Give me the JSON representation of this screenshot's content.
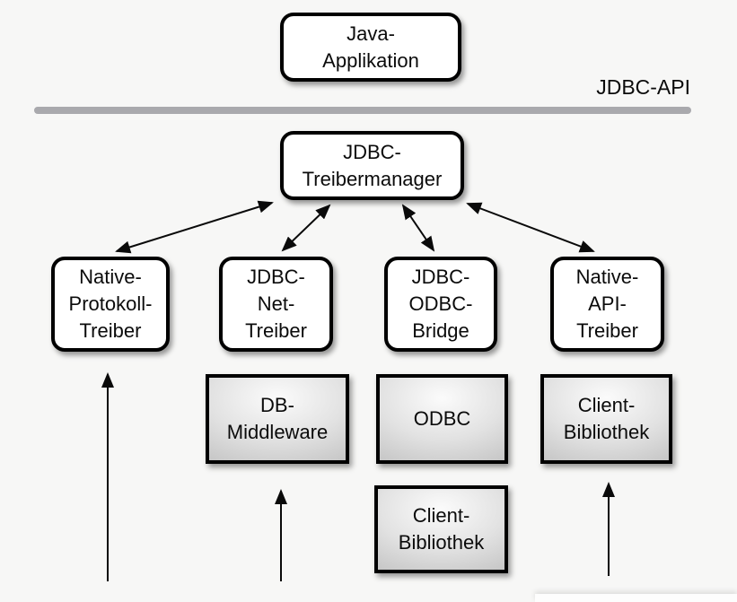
{
  "labels": {
    "jdbc_api": "JDBC-API"
  },
  "boxes": {
    "java_app": {
      "label": "Java-\nApplikation",
      "type": "rounded"
    },
    "treibermanager": {
      "label": "JDBC-\nTreibermanager",
      "type": "rounded"
    },
    "native_protokoll_treiber": {
      "label": "Native-\nProtokoll-\nTreiber",
      "type": "rounded"
    },
    "jdbc_net_treiber": {
      "label": "JDBC-\nNet-\nTreiber",
      "type": "rounded"
    },
    "jdbc_odbc_bridge": {
      "label": "JDBC-\nODBC-\nBridge",
      "type": "rounded"
    },
    "native_api_treiber": {
      "label": "Native-\nAPI-\nTreiber",
      "type": "rounded"
    },
    "db_middleware": {
      "label": "DB-\nMiddleware",
      "type": "gray"
    },
    "odbc": {
      "label": "ODBC",
      "type": "gray"
    },
    "client_bibliothek_unten": {
      "label": "Client-\nBibliothek",
      "type": "gray"
    },
    "client_bibliothek_rechts": {
      "label": "Client-\nBibliothek",
      "type": "gray"
    }
  },
  "colors": {
    "background": "#f7f7f6",
    "box_border": "#000000",
    "box_fill_white": "#ffffff",
    "gray_box_light": "#fbfbfb",
    "gray_box_dark": "#c6c6c6",
    "divider": "#a9a9ad",
    "arrow": "#0a0a0a",
    "text": "#0b0b0b"
  }
}
